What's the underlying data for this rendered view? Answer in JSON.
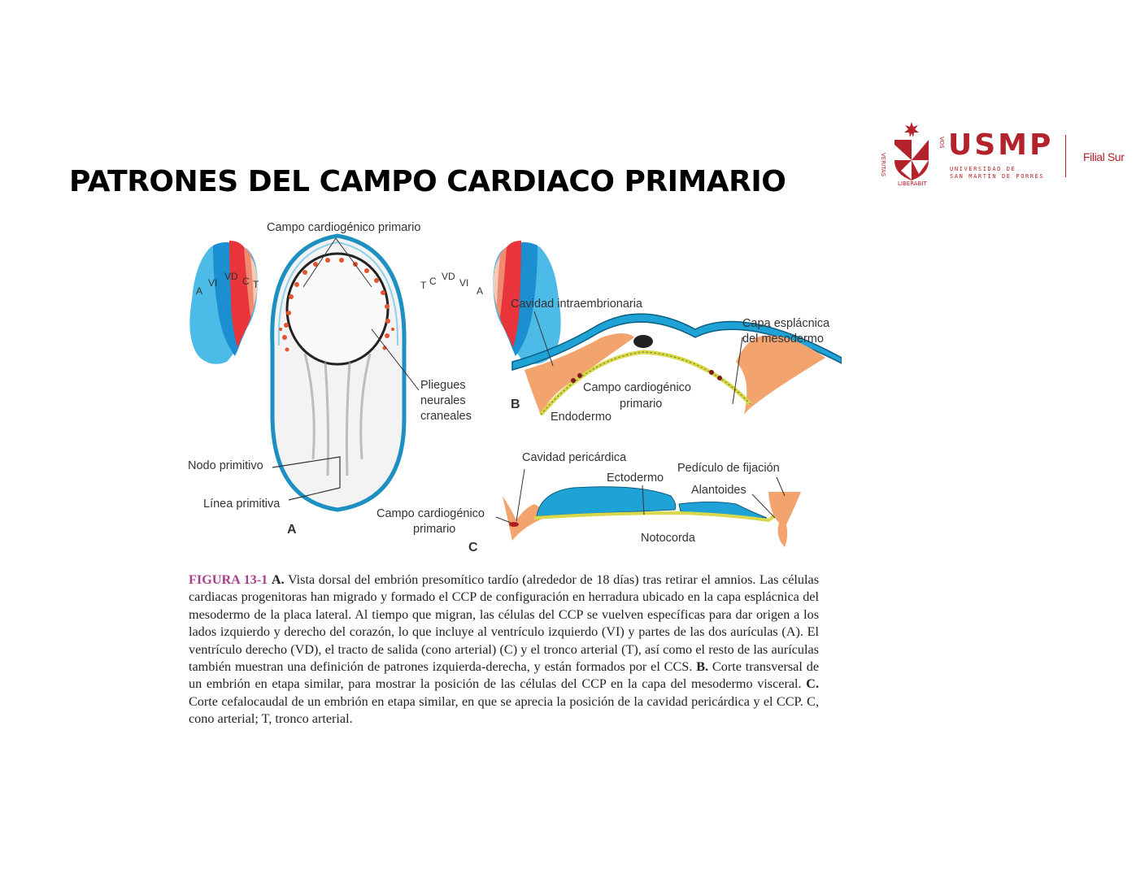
{
  "slide": {
    "title": "PATRONES DEL CAMPO CARDIACO PRIMARIO"
  },
  "logo": {
    "acronym": "USMP",
    "line1": "UNIVERSIDAD DE",
    "line2": "SAN MARTÍN DE PORRES",
    "motto": "VERITAS LIBERABIT VOS",
    "branch": "Filial Sur",
    "color": "#b4232b"
  },
  "figure": {
    "panel_a": {
      "letter": "A",
      "top_label": "Campo cardiogénico primario",
      "heart_left_labels": [
        "A",
        "VI",
        "VD",
        "C",
        "T"
      ],
      "heart_right_labels": [
        "T",
        "C",
        "VD",
        "VI",
        "A"
      ],
      "neural_folds": [
        "Pliegues",
        "neurales",
        "craneales"
      ],
      "primitive_node": "Nodo primitivo",
      "primitive_streak": "Línea primitiva"
    },
    "panel_b": {
      "letter": "B",
      "intraembryonic_cavity": "Cavidad intraembrionaria",
      "splanchnic_layer_1": "Capa esplácnica",
      "splanchnic_layer_2": "del mesodermo",
      "ccp_1": "Campo cardiogénico",
      "ccp_2": "primario",
      "endoderm": "Endodermo"
    },
    "panel_c": {
      "letter": "C",
      "pericardial_cavity": "Cavidad pericárdica",
      "ectoderm": "Ectodermo",
      "connecting_stalk": "Pedículo de fijación",
      "allantois": "Alantoides",
      "ccp_1": "Campo cardiogénico",
      "ccp_2": "primario",
      "notochord": "Notocorda"
    },
    "colors": {
      "light_blue": "#4dbbe8",
      "mid_blue": "#1b8fd0",
      "red": "#e8343a",
      "salmon": "#ef8a6e",
      "pale": "#f6c9b8",
      "ectoderm_blue": "#1fa2d6",
      "mesoderm_orange": "#f2a36e",
      "endoderm_yellow": "#d8d84a"
    }
  },
  "caption": {
    "figure_label": "FIGURA 13-1",
    "a_label": "A.",
    "a_text": " Vista dorsal del embrión presomítico tardío (alrededor de 18 días) tras retirar el amnios. Las células cardiacas progenitoras han migrado y formado el CCP de configuración en herradura ubicado en la capa esplácnica del mesodermo de la placa lateral. Al tiempo que migran, las células del CCP se vuelven específicas para dar origen a los lados izquierdo y derecho del corazón, lo que incluye al ventrículo izquierdo (VI) y partes de las dos aurículas (A). El ventrículo derecho (VD), el tracto de salida (cono arterial) (C) y el tronco arterial (T), así como el resto de las aurículas también muestran una definición de patrones izquierda-derecha, y están formados por el CCS. ",
    "b_label": "B.",
    "b_text": " Corte transversal de un embrión en etapa similar, para mostrar la posición de las células del CCP en la capa del mesodermo visceral. ",
    "c_label": "C.",
    "c_text": " Corte cefalocaudal de un embrión en etapa similar, en que se aprecia la posición de la cavidad pericárdica y el CCP. C, cono arterial; T, tronco arterial."
  }
}
